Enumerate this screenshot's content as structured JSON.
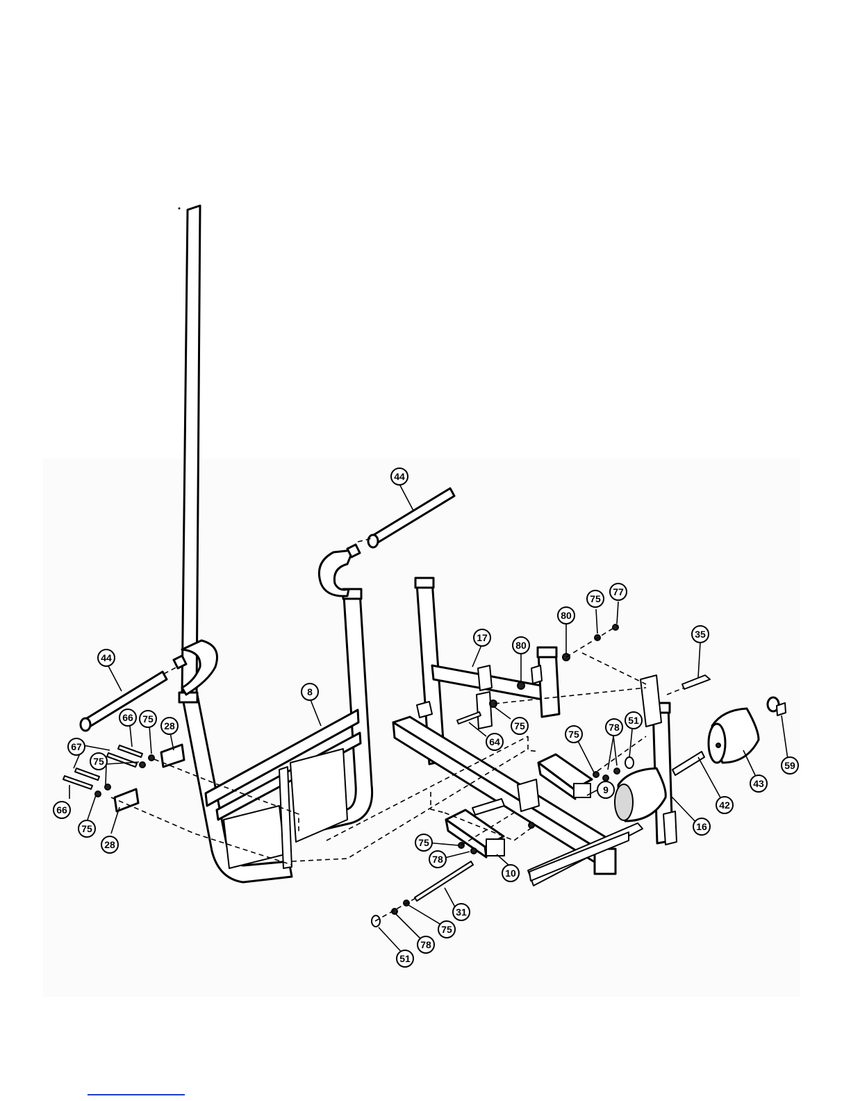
{
  "diagram": {
    "callouts": [
      {
        "id": "c44a",
        "label": "44"
      },
      {
        "id": "c44b",
        "label": "44"
      },
      {
        "id": "c8",
        "label": "8"
      },
      {
        "id": "c66a",
        "label": "66"
      },
      {
        "id": "c75a",
        "label": "75"
      },
      {
        "id": "c28a",
        "label": "28"
      },
      {
        "id": "c67",
        "label": "67"
      },
      {
        "id": "c75b",
        "label": "75"
      },
      {
        "id": "c66b",
        "label": "66"
      },
      {
        "id": "c75c",
        "label": "75"
      },
      {
        "id": "c28b",
        "label": "28"
      },
      {
        "id": "c17",
        "label": "17"
      },
      {
        "id": "c80a",
        "label": "80"
      },
      {
        "id": "c80b",
        "label": "80"
      },
      {
        "id": "c75d",
        "label": "75"
      },
      {
        "id": "c77",
        "label": "77"
      },
      {
        "id": "c35",
        "label": "35"
      },
      {
        "id": "c64",
        "label": "64"
      },
      {
        "id": "c75e",
        "label": "75"
      },
      {
        "id": "c75f",
        "label": "75"
      },
      {
        "id": "c78a",
        "label": "78"
      },
      {
        "id": "c51a",
        "label": "51"
      },
      {
        "id": "c9",
        "label": "9"
      },
      {
        "id": "c43",
        "label": "43"
      },
      {
        "id": "c59",
        "label": "59"
      },
      {
        "id": "c42",
        "label": "42"
      },
      {
        "id": "c16",
        "label": "16"
      },
      {
        "id": "c75g",
        "label": "75"
      },
      {
        "id": "c78b",
        "label": "78"
      },
      {
        "id": "c10",
        "label": "10"
      },
      {
        "id": "c31",
        "label": "31"
      },
      {
        "id": "c75h",
        "label": "75"
      },
      {
        "id": "c78c",
        "label": "78"
      },
      {
        "id": "c51b",
        "label": "51"
      }
    ]
  }
}
